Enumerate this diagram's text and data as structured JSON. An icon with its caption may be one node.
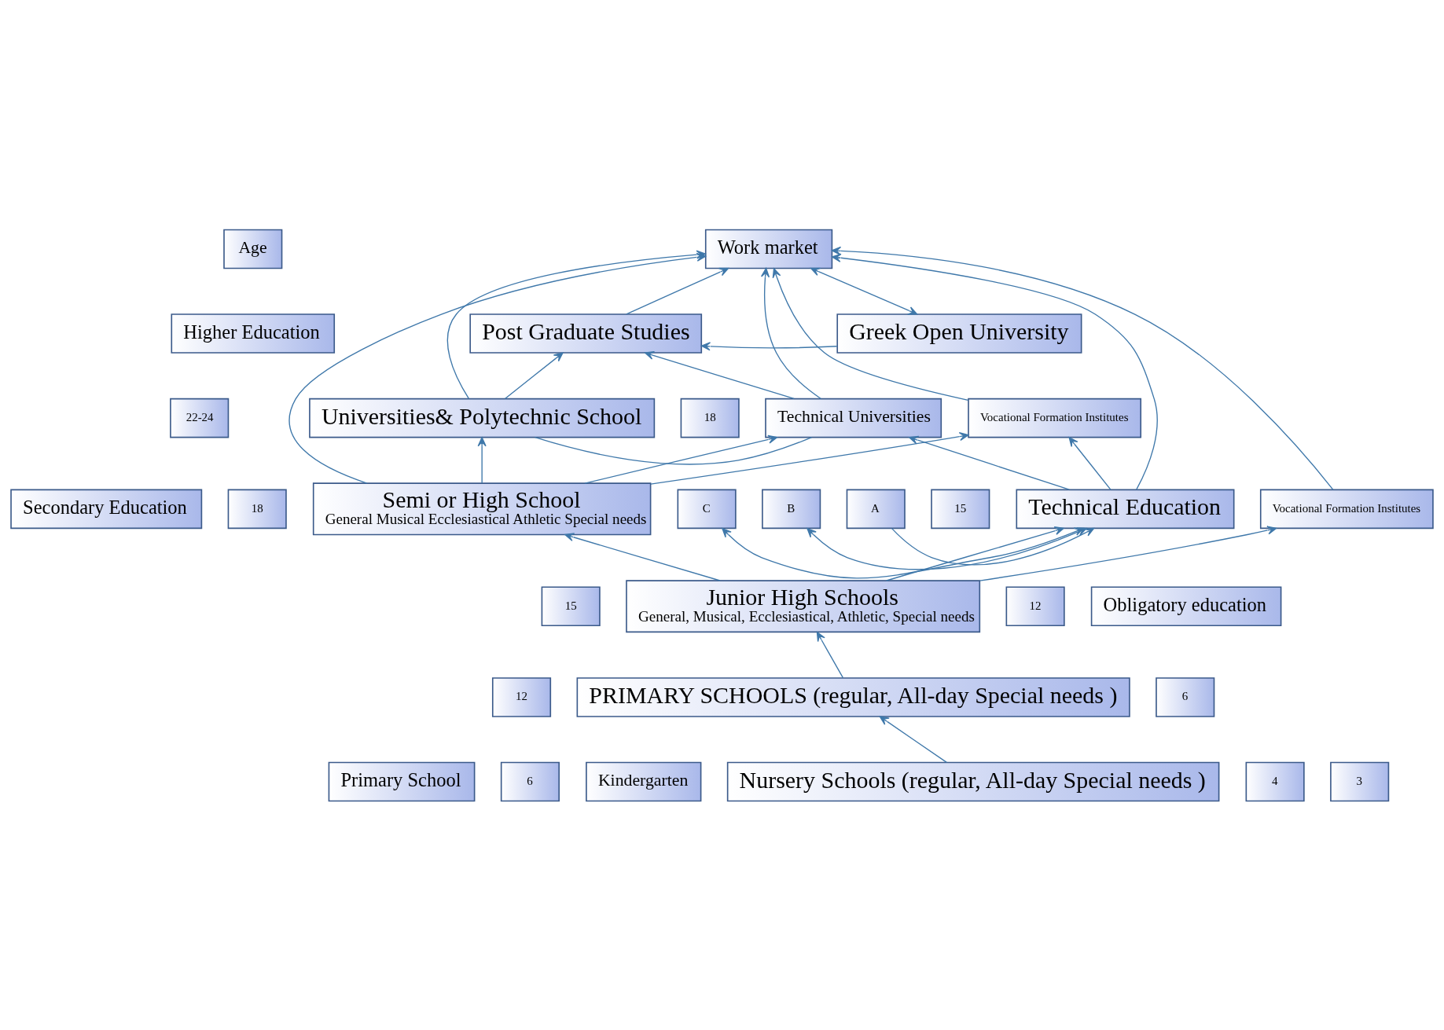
{
  "diagram": {
    "nodes": [
      {
        "text": [
          "Age"
        ]
      },
      {
        "text": [
          "Higher Education"
        ]
      },
      {
        "text": [
          "Post Graduate Studies"
        ]
      },
      {
        "text": [
          "Greek Open University"
        ]
      },
      {
        "text": [
          "Work market"
        ]
      },
      {
        "text": [
          "22-24"
        ]
      },
      {
        "text": [
          "Universities& Polytechnic School"
        ]
      },
      {
        "text": [
          "18"
        ]
      },
      {
        "text": [
          "Technical Universities"
        ]
      },
      {
        "text": [
          "Vocational Formation Institutes"
        ]
      },
      {
        "text": [
          "Secondary Education"
        ]
      },
      {
        "text": [
          "18"
        ]
      },
      {
        "text": [
          "Semi or High School",
          "General Musical Ecclesiastical Athletic Special needs"
        ]
      },
      {
        "text": [
          "C"
        ]
      },
      {
        "text": [
          "B"
        ]
      },
      {
        "text": [
          "A"
        ]
      },
      {
        "text": [
          "15"
        ]
      },
      {
        "text": [
          "Technical Education"
        ]
      },
      {
        "text": [
          "Vocational Formation Institutes"
        ]
      },
      {
        "text": [
          "15"
        ]
      },
      {
        "text": [
          "Junior High Schools",
          "General, Musical, Ecclesiastical, Athletic, Special needs"
        ]
      },
      {
        "text": [
          "12"
        ]
      },
      {
        "text": [
          "Obligatory education"
        ]
      },
      {
        "text": [
          "12"
        ]
      },
      {
        "text": [
          "PRIMARY SCHOOLS (regular, All-day Special needs )"
        ]
      },
      {
        "text": [
          "6"
        ]
      },
      {
        "text": [
          "Primary School"
        ]
      },
      {
        "text": [
          "6"
        ]
      },
      {
        "text": [
          "Kindergarten"
        ]
      },
      {
        "text": [
          "Nursery Schools (regular, All-day Special needs )"
        ]
      },
      {
        "text": [
          "4"
        ]
      },
      {
        "text": [
          "3"
        ]
      }
    ],
    "edges": [
      {
        "from": 2,
        "to": 4,
        "arrow": "to"
      },
      {
        "from": 3,
        "to": 2,
        "arrow": "to"
      },
      {
        "from": 3,
        "to": 4,
        "arrow": "both"
      },
      {
        "from": 6,
        "to": 2,
        "arrow": "to"
      },
      {
        "from": 8,
        "to": 2,
        "arrow": "to"
      },
      {
        "from": 6,
        "to": 4,
        "arrow": "to"
      },
      {
        "from": 8,
        "to": 4,
        "arrow": "to"
      },
      {
        "from": 6,
        "to": 8,
        "arrow": "none"
      },
      {
        "from": 9,
        "to": 4,
        "arrow": "to"
      },
      {
        "from": 12,
        "to": 6,
        "arrow": "to"
      },
      {
        "from": 12,
        "to": 8,
        "arrow": "to"
      },
      {
        "from": 12,
        "to": 9,
        "arrow": "to"
      },
      {
        "from": 12,
        "to": 4,
        "arrow": "to"
      },
      {
        "from": 17,
        "to": 8,
        "arrow": "to"
      },
      {
        "from": 17,
        "to": 9,
        "arrow": "to"
      },
      {
        "from": 13,
        "to": 17,
        "arrow": "both"
      },
      {
        "from": 14,
        "to": 17,
        "arrow": "both"
      },
      {
        "from": 15,
        "to": 17,
        "arrow": "to"
      },
      {
        "from": 17,
        "to": 4,
        "arrow": "to"
      },
      {
        "from": 18,
        "to": 4,
        "arrow": "to"
      },
      {
        "from": 20,
        "to": 12,
        "arrow": "to"
      },
      {
        "from": 20,
        "to": 17,
        "arrow": "to"
      },
      {
        "from": 20,
        "to": 18,
        "arrow": "to"
      },
      {
        "from": 24,
        "to": 20,
        "arrow": "to"
      },
      {
        "from": 29,
        "to": 24,
        "arrow": "to"
      }
    ]
  }
}
